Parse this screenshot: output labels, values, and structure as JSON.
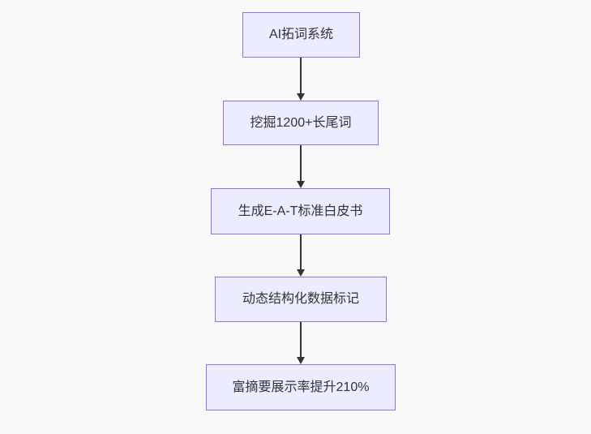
{
  "diagram": {
    "type": "flowchart",
    "direction": "top-to-bottom",
    "nodes": [
      {
        "id": "node-1",
        "label": "AI拓词系统"
      },
      {
        "id": "node-2",
        "label": "挖掘1200+长尾词"
      },
      {
        "id": "node-3",
        "label": "生成E-A-T标准白皮书"
      },
      {
        "id": "node-4",
        "label": "动态结构化数据标记"
      },
      {
        "id": "node-5",
        "label": "富摘要展示率提升210%"
      }
    ],
    "edges": [
      {
        "from": "node-1",
        "to": "node-2"
      },
      {
        "from": "node-2",
        "to": "node-3"
      },
      {
        "from": "node-3",
        "to": "node-4"
      },
      {
        "from": "node-4",
        "to": "node-5"
      }
    ],
    "colors": {
      "background": "#f9f9f9",
      "node_fill": "#ececff",
      "node_border": "#9370db",
      "node_text": "#333333",
      "arrow": "#333333"
    }
  }
}
